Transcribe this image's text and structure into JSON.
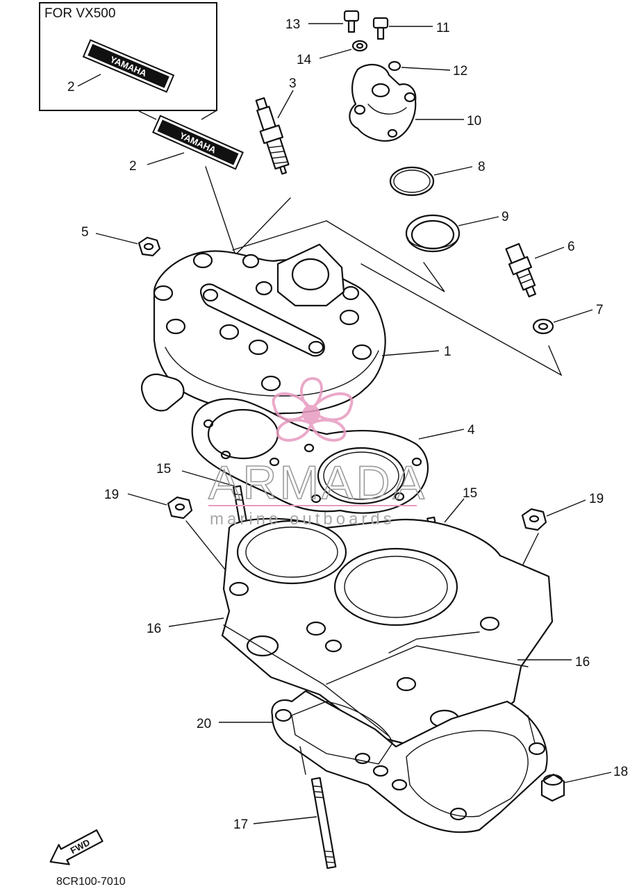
{
  "inset": {
    "title": "FOR VX500"
  },
  "decal_text": "YAMAHA",
  "callouts": {
    "c1": "1",
    "c2a": "2",
    "c2b": "2",
    "c3": "3",
    "c4": "4",
    "c5": "5",
    "c6": "6",
    "c7": "7",
    "c8": "8",
    "c9": "9",
    "c10": "10",
    "c11": "11",
    "c12": "12",
    "c13": "13",
    "c14": "14",
    "c15a": "15",
    "c15b": "15",
    "c16a": "16",
    "c16b": "16",
    "c17": "17",
    "c18": "18",
    "c19a": "19",
    "c19b": "19",
    "c20": "20"
  },
  "fwd_label": "FWD",
  "diagram_code": "8CR100-7010",
  "watermark": {
    "brand": "ARMADA",
    "tagline": "marine outboards",
    "logo_color": "#e79bc0"
  }
}
